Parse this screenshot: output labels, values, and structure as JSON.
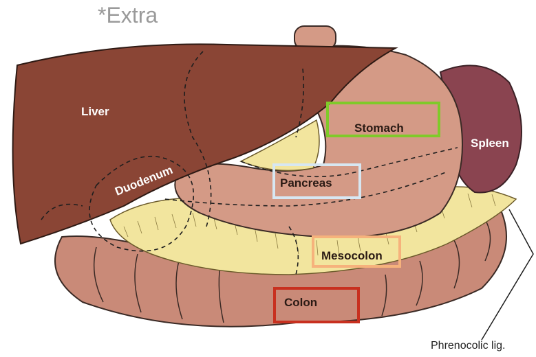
{
  "header": {
    "note": "*Extra"
  },
  "organs": {
    "liver": "Liver",
    "duodenum": "Duodenum",
    "stomach": "Stomach",
    "spleen": "Spleen",
    "pancreas": "Pancreas",
    "mesocolon": "Mesocolon",
    "colon": "Colon"
  },
  "caption": "Phrenocolic lig.",
  "colors": {
    "stomach_box": "#7fca2a",
    "pancreas_box": "#d7e7f2",
    "mesocolon_box": "#f6b27c",
    "colon_box": "#c8301f",
    "liver": "#8a4535",
    "stomach": "#d49a86",
    "spleen": "#8a4450",
    "colon": "#c98a78",
    "mesentery": "#f2e59e"
  }
}
